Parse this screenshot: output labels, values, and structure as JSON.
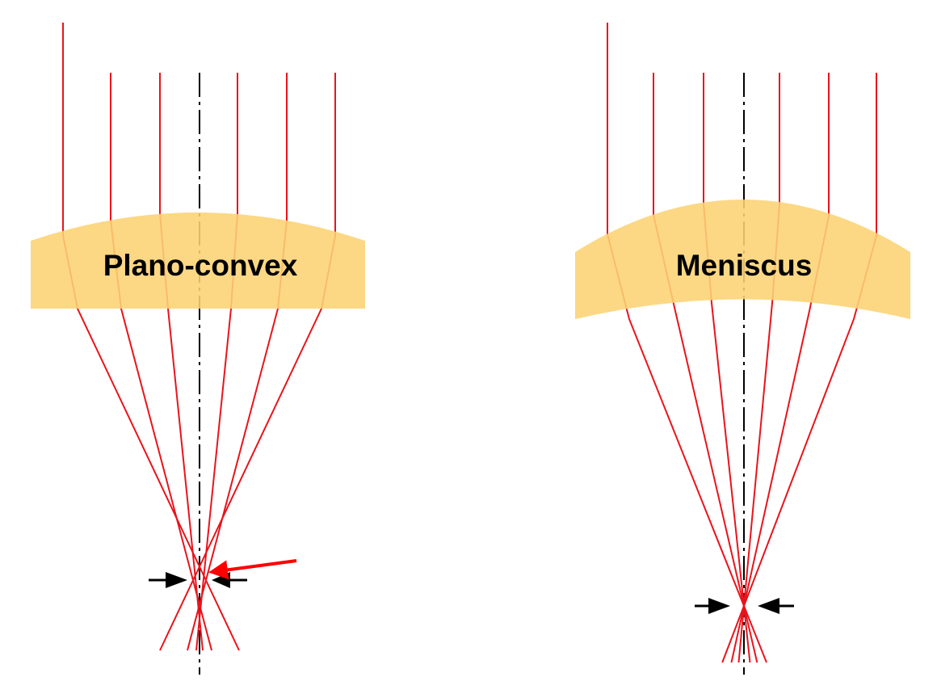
{
  "lenses": [
    {
      "id": "plano-convex",
      "label": "Plano-convex"
    },
    {
      "id": "meniscus",
      "label": "Meniscus"
    }
  ],
  "colors": {
    "ray": "#e8141c",
    "lens": "#fcd374",
    "axis": "#000000",
    "marker_arrow": "#000000",
    "highlight_arrow": "#ff0000"
  }
}
